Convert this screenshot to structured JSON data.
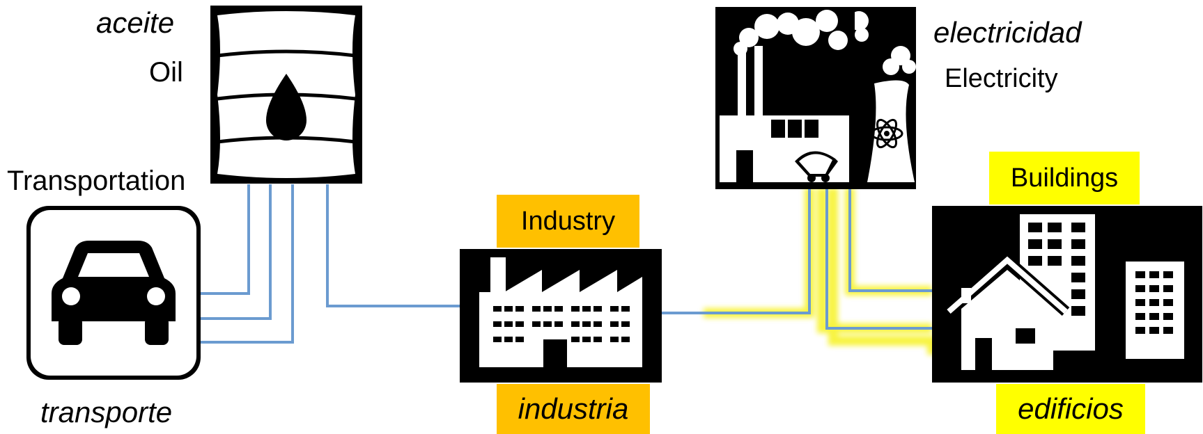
{
  "labels": {
    "oil_es": "aceite",
    "oil_en": "Oil",
    "transport_en": "Transportation",
    "transport_es": "transporte",
    "industry_en": "Industry",
    "industry_es": "industria",
    "electricity_es": "electricidad",
    "electricity_en": "Electricity",
    "buildings_en": "Buildings",
    "buildings_es": "edificios"
  },
  "colors": {
    "oil_link": "#6b9bd0",
    "electric_link": "#f5f000",
    "industry_highlight": "#ffc000",
    "buildings_highlight": "#ffff00"
  },
  "icons": [
    "oil-barrel-icon",
    "car-icon",
    "factory-icon",
    "power-plant-icon",
    "nuclear-plant-icon",
    "buildings-house-icon"
  ]
}
